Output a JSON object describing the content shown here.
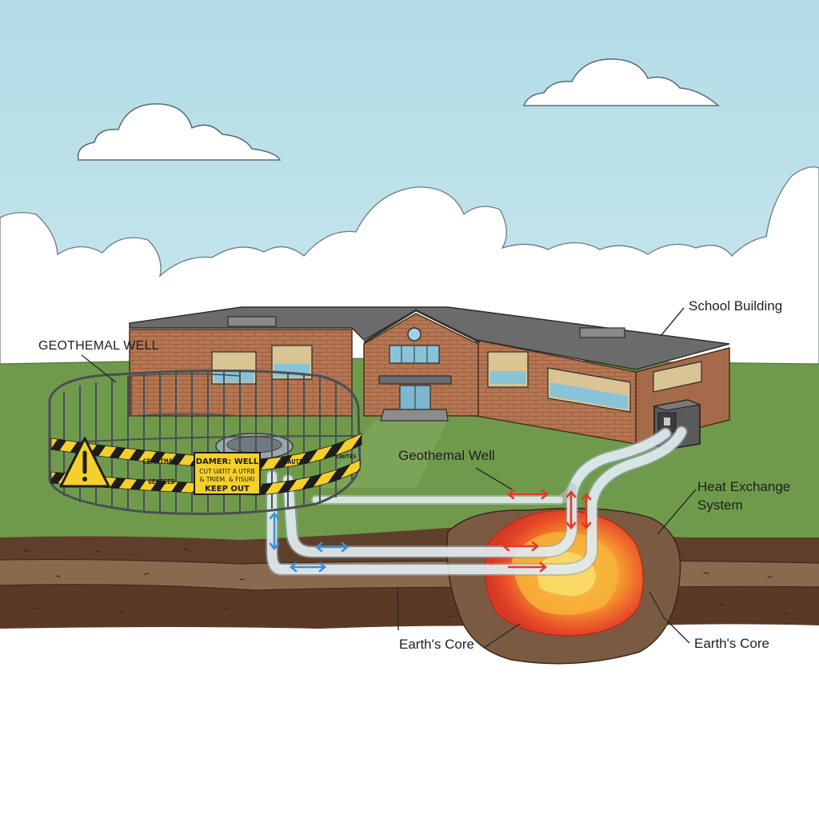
{
  "labels": {
    "school_building": "School Building",
    "geothermal_well_caps": "GEOTHEMAL WELL",
    "geothermal_well": "Geothemal Well",
    "heat_exchange_line1": "Heat Exchange",
    "heat_exchange_line2": "System",
    "earths_core_left": "Earth's Core",
    "earths_core_right": "Earth's Core"
  },
  "signs": {
    "danger_line1": "DAMER: WELL",
    "danger_line2": "CUT UATIT A UTRB",
    "danger_line3": "& TRIEM. & FISURI",
    "danger_line4": "KEEP OUT",
    "tape_word_1": "CEANTMAN",
    "tape_word_2": "GEOTEED",
    "tape_word_3": "CEAUTEN",
    "tape_word_4": "CAUTES"
  },
  "colors": {
    "sky": "#b9dfe8",
    "cloud": "#ffffff",
    "grass": "#6f9a4c",
    "soil_dark": "#5e3f2a",
    "soil_mid": "#8a6a4e",
    "brick": "#b77a55",
    "roof": "#6b6b6b",
    "pipe": "#dfe8ec",
    "hot_arrow": "#e23b2a",
    "cold_arrow": "#3d8fd6",
    "warning_yellow": "#f5cf2a",
    "core_outer": "#e8492a",
    "core_mid": "#f38a2c",
    "core_inner": "#f8c43e"
  }
}
